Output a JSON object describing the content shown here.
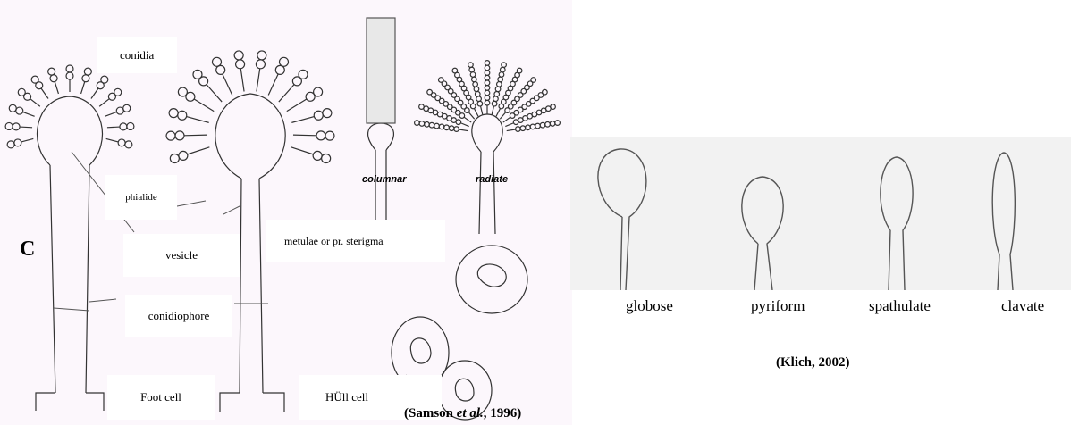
{
  "left_figure": {
    "labels": {
      "conidia": "conidia",
      "phialide": "phialide",
      "vesicle": "vesicle",
      "conidiophore": "conidiophore",
      "foot_cell": "Foot cell",
      "metulae": "metulae  or pr. sterigma",
      "hulle_cell": "HÜll cell",
      "panel_letter": "C",
      "columnar": "columnar",
      "radiate": "radiate"
    },
    "citation": {
      "prefix": "(Samson ",
      "etal": "et al.",
      "suffix": ", 1996)"
    }
  },
  "right_figure": {
    "shapes": [
      "globose",
      "pyriform",
      "spathulate",
      "clavate"
    ],
    "citation": "(Klich, 2002)"
  }
}
